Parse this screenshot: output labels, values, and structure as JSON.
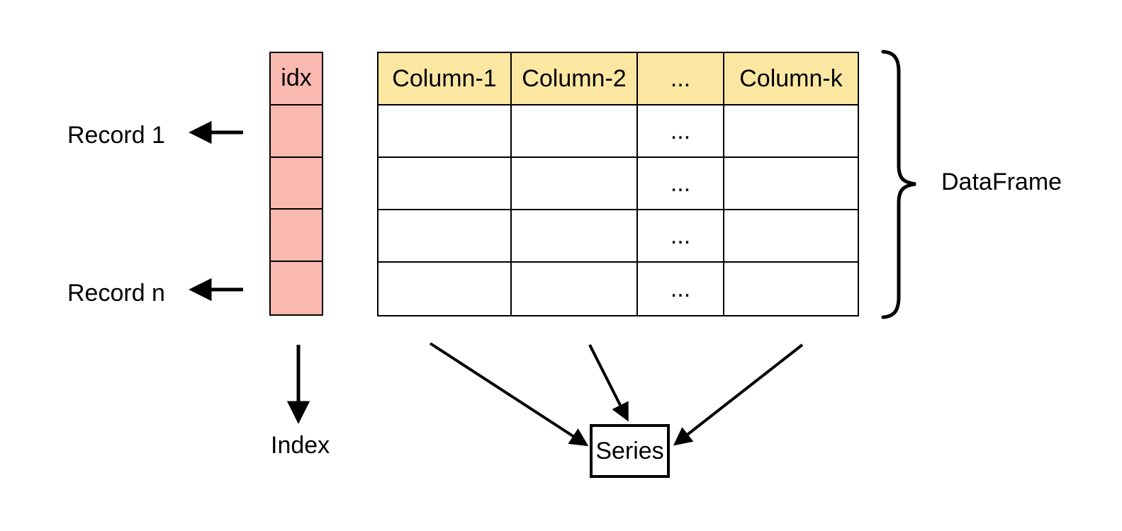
{
  "labels": {
    "record_first": "Record 1",
    "record_last": "Record n",
    "index": "Index",
    "series": "Series",
    "dataframe": "DataFrame"
  },
  "index_column": {
    "header": "idx",
    "row_count": 4
  },
  "table": {
    "headers": [
      "Column-1",
      "Column-2",
      "...",
      "Column-k"
    ],
    "rows": [
      [
        "",
        "",
        "...",
        ""
      ],
      [
        "",
        "",
        "...",
        ""
      ],
      [
        "",
        "",
        "...",
        ""
      ],
      [
        "",
        "",
        "...",
        ""
      ]
    ]
  },
  "colors": {
    "index_fill": "#FAB9B0",
    "header_fill": "#FBE7A2",
    "line": "#000000",
    "background": "#FFFFFF"
  }
}
